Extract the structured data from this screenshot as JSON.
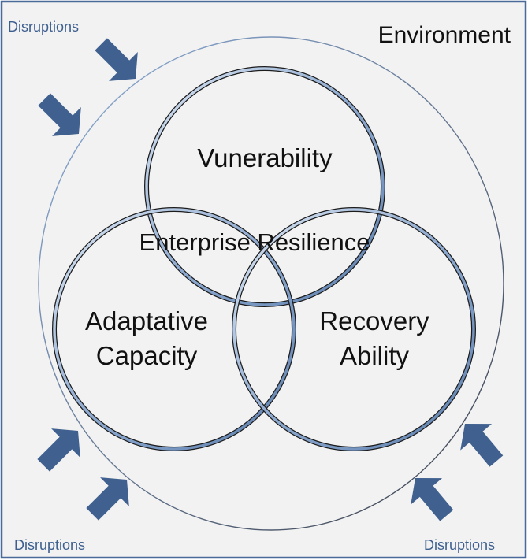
{
  "diagram": {
    "environment_label": "Environment",
    "center_label": "Enterprise Resilience",
    "circles": [
      {
        "id": "vulnerability",
        "label_lines": [
          "Vunerability"
        ]
      },
      {
        "id": "adaptive",
        "label_lines": [
          "Adaptative",
          "Capacity"
        ]
      },
      {
        "id": "recovery",
        "label_lines": [
          "Recovery",
          "Ability"
        ]
      }
    ],
    "disruption_labels": {
      "top_left": "Disruptions",
      "bottom_left": "Disruptions",
      "bottom_right": "Disruptions"
    },
    "arrow_count": 6,
    "colors": {
      "background": "#f2f2f2",
      "border": "#4a6b9a",
      "arrow": "#40618f",
      "disruption_text": "#3d5f8f",
      "circle_stroke": "#9db5d6",
      "circle_edge": "#1c1c1c",
      "text": "#111111"
    }
  }
}
